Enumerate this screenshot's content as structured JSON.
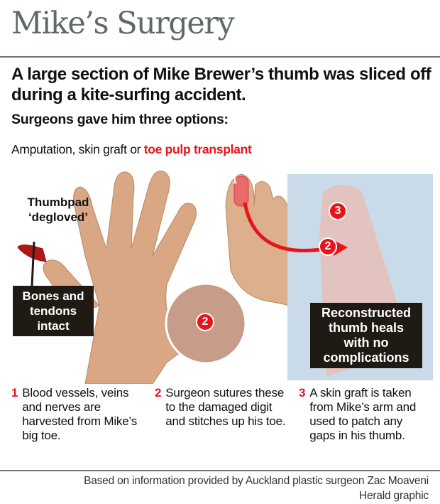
{
  "title": "Mike’s Surgery",
  "headline": "A large section of Mike Brewer’s thumb was sliced off during a kite-surfing accident.",
  "subhead": "Surgeons gave him three options:",
  "options": {
    "plain": "Amputation, skin graft or ",
    "highlight": "toe pulp transplant"
  },
  "labels": {
    "thumbpad": "Thumbpad ‘degloved’",
    "bones": "Bones and tendons intact",
    "reconstructed": "Reconstructed thumb heals with no complications"
  },
  "badges": [
    "1",
    "2",
    "3"
  ],
  "steps": [
    {
      "num": "1",
      "text": "Blood vessels, veins and nerves are harvested from Mike’s big toe."
    },
    {
      "num": "2",
      "text": "Surgeon sutures these to the damaged digit and stitches up his toe."
    },
    {
      "num": "3",
      "text": "A skin graft is taken from Mike’s arm and used to patch any gaps in his thumb."
    }
  ],
  "footer": {
    "source": "Based on information provided by Auckland plastic surgeon Zac Moaveni",
    "credit": "Herald graphic"
  },
  "colors": {
    "accent": "#e8141b",
    "title": "#5f6968",
    "label_bg": "#1f1a14",
    "skin": "#d9a784"
  }
}
